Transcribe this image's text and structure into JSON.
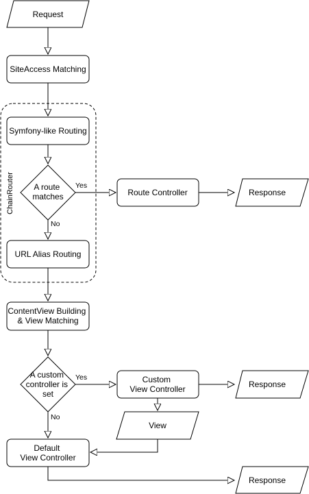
{
  "nodes": {
    "request": [
      "Request"
    ],
    "siteaccess_matching": [
      "SiteAccess Matching"
    ],
    "symfony_routing": [
      "Symfony-like Routing"
    ],
    "route_matches": [
      "A route",
      "matches"
    ],
    "route_controller": [
      "Route Controller"
    ],
    "response_1": [
      "Response"
    ],
    "url_alias_routing": [
      "URL Alias Routing"
    ],
    "contentview_building": [
      "ContentView Building",
      "& View Matching"
    ],
    "custom_controller_set": [
      "A custom",
      "controller is",
      "set"
    ],
    "custom_view_controller": [
      "Custom",
      "View Controller"
    ],
    "response_2": [
      "Response"
    ],
    "view": [
      "View"
    ],
    "default_view_controller": [
      "Default",
      "View Controller"
    ],
    "response_3": [
      "Response"
    ]
  },
  "edge_labels": {
    "route_yes": "Yes",
    "route_no": "No",
    "custom_yes": "Yes",
    "custom_no": "No"
  },
  "group": {
    "chain_router": "ChainRouter"
  }
}
